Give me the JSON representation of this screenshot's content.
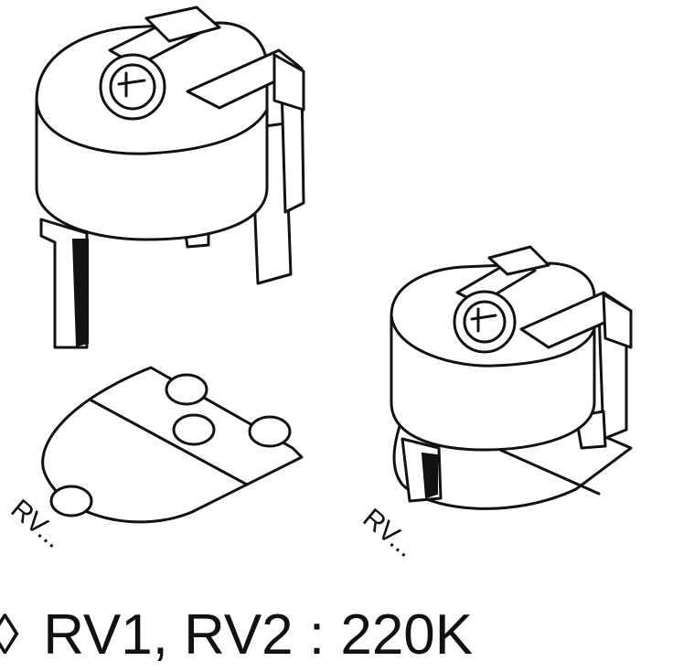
{
  "pcb_labels": {
    "left": "RV...",
    "right": "RV..."
  },
  "caption": {
    "bullet": "◊",
    "text": "RV1, RV2 : 220K"
  }
}
